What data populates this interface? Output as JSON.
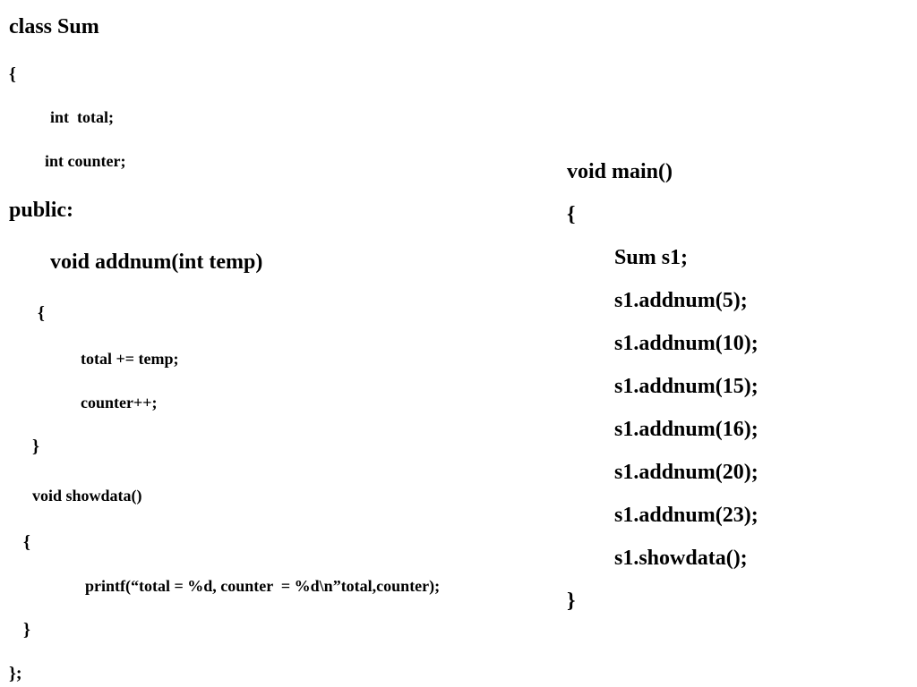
{
  "left_code": [
    "class Sum",
    "{",
    "int  total;",
    "int counter;",
    "public:",
    "void addnum(int temp)",
    "{",
    "total += temp;",
    "counter++;",
    "}",
    "void showdata()",
    "{",
    "printf(“total = %d, counter  = %d\\n”total,counter);",
    "}",
    "};"
  ],
  "right_code": [
    "void main()",
    "{",
    "Sum s1;",
    "s1.addnum(5);",
    "s1.addnum(10);",
    "s1.addnum(15);",
    "s1.addnum(16);",
    "s1.addnum(20);",
    "s1.addnum(23);",
    "s1.showdata();",
    "}"
  ]
}
